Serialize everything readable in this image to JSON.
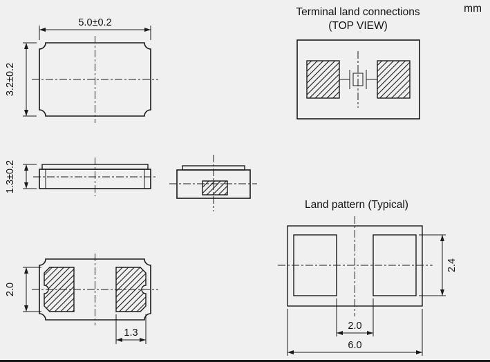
{
  "page": {
    "units_label": "mm",
    "background_color": "#f0f0f0",
    "line_color": "#1a1a1a"
  },
  "top_view": {
    "width_dim": "5.0±0.2",
    "height_dim": "3.2±0.2"
  },
  "side_view": {
    "thickness_dim": "1.3±0.2"
  },
  "bottom_view": {
    "pad_length_dim": "2.0",
    "pad_width_dim": "1.3"
  },
  "terminal_land": {
    "title": "Terminal land connections",
    "subtitle": "(TOP VIEW)"
  },
  "land_pattern": {
    "title": "Land pattern (Typical)",
    "pad_height_dim": "2.4",
    "gap_dim": "2.0",
    "overall_width_dim": "6.0"
  }
}
